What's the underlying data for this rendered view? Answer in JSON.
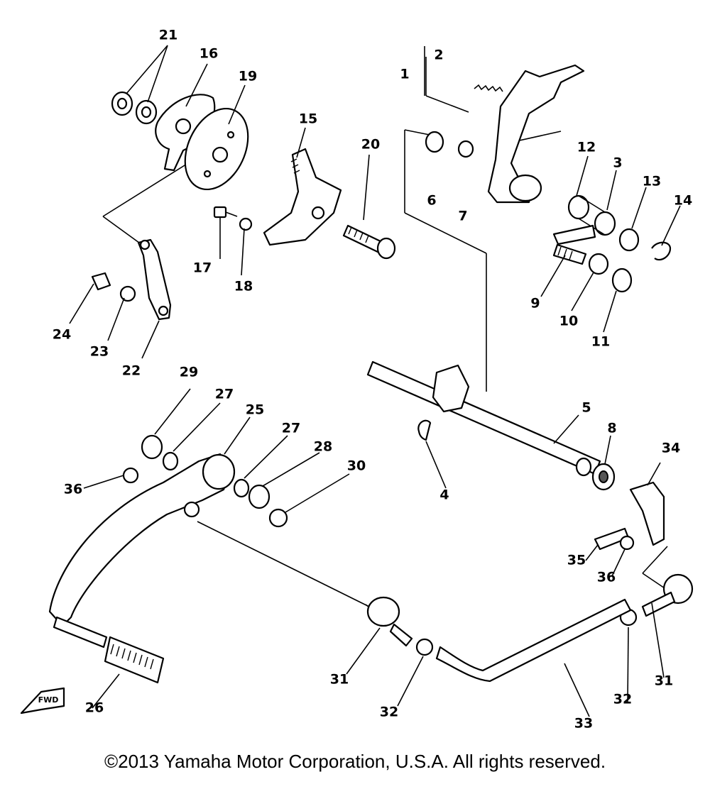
{
  "diagram": {
    "labels": {
      "l1": "1",
      "l2": "2",
      "l3": "3",
      "l4": "4",
      "l5": "5",
      "l6": "6",
      "l7": "7",
      "l8": "8",
      "l9": "9",
      "l10": "10",
      "l11": "11",
      "l12": "12",
      "l13": "13",
      "l14": "14",
      "l15": "15",
      "l16": "16",
      "l17": "17",
      "l18": "18",
      "l19": "19",
      "l20": "20",
      "l21": "21",
      "l22": "22",
      "l23": "23",
      "l24": "24",
      "l25": "25",
      "l26": "26",
      "l27": "27",
      "l28": "28",
      "l29": "29",
      "l30": "30",
      "l31": "31",
      "l32": "32",
      "l33": "33",
      "l34": "34",
      "l35": "35",
      "l36": "36"
    },
    "fwd_mark": "FWD"
  },
  "footer": {
    "copyright": "©2013 Yamaha Motor Corporation, U.S.A. All rights reserved."
  }
}
